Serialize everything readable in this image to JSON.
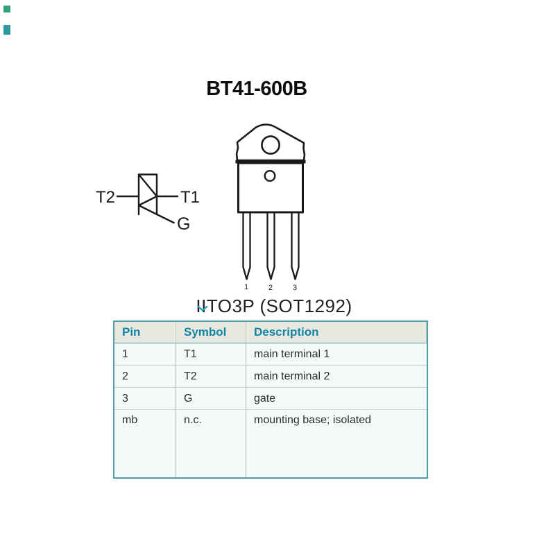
{
  "page": {
    "title": "BT41-600B",
    "package_name": "IITO3P (SOT1292)"
  },
  "symbol": {
    "left_terminal": "T2",
    "right_terminal": "T1",
    "gate_terminal": "G"
  },
  "package_drawing": {
    "pin_numbers": [
      "1",
      "2",
      "3"
    ]
  },
  "pinning_table": {
    "headers": [
      "Pin",
      "Symbol",
      "Description"
    ],
    "rows": [
      {
        "pin": "1",
        "symbol": "T1",
        "description": "main terminal 1"
      },
      {
        "pin": "2",
        "symbol": "T2",
        "description": "main terminal 2"
      },
      {
        "pin": "3",
        "symbol": "G",
        "description": "gate"
      },
      {
        "pin": "mb",
        "symbol": "n.c.",
        "description": "mounting base; isolated"
      }
    ]
  },
  "colors": {
    "accent_teal": "#0f86a4",
    "table_border": "#4f9da6",
    "header_background": "#e8e7e0",
    "ink": "#1a1a1a",
    "caret_teal": "#27a3b4"
  }
}
